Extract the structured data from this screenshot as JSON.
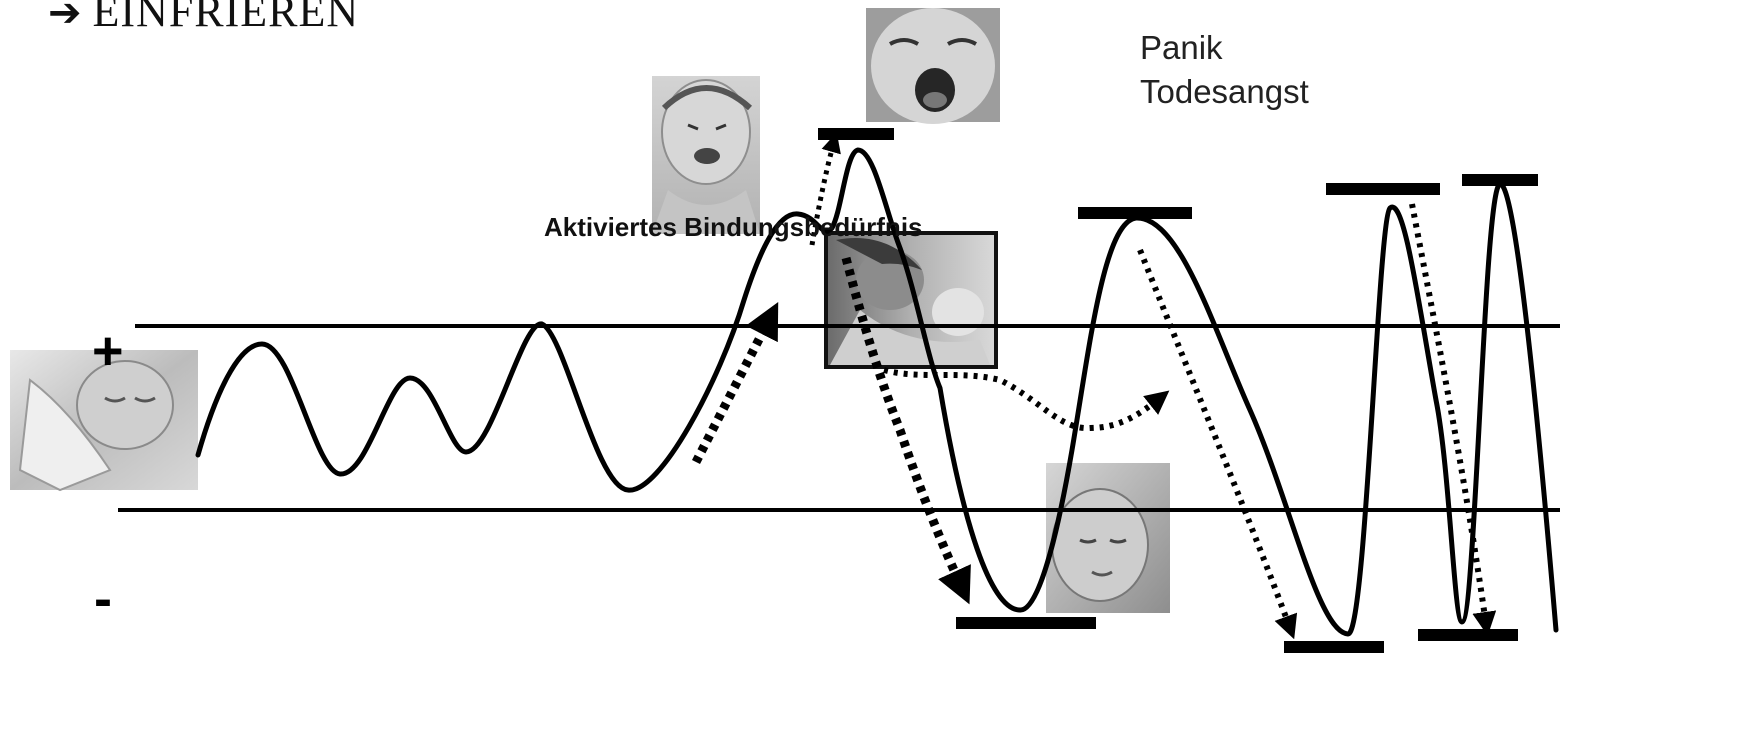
{
  "title": {
    "arrow": "➔",
    "text": "EINFRIEREN"
  },
  "labels": {
    "panik": "Panik",
    "todesangst": "Todesangst",
    "bindung": "Aktiviertes Bindungsbedürfnis",
    "plus": "+",
    "minus": "-"
  },
  "colors": {
    "line": "#000000",
    "background": "#ffffff",
    "photo_gray": "#bdbdbd"
  },
  "photos": [
    {
      "name": "sleeping-baby-photo",
      "subject": "sleeping baby"
    },
    {
      "name": "crying-baby-photo",
      "subject": "crying baby"
    },
    {
      "name": "screaming-baby-photo",
      "subject": "screaming baby"
    },
    {
      "name": "mother-and-baby-photo",
      "subject": "mother holding baby"
    },
    {
      "name": "frozen-newborn-photo",
      "subject": "newborn with eyes closed"
    }
  ]
}
